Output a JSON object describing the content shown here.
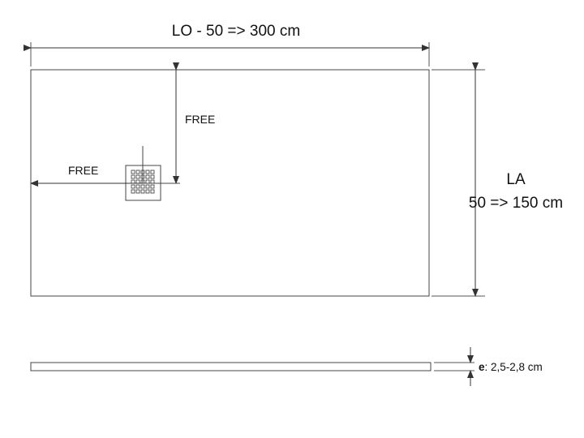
{
  "labels": {
    "length": "LO -  50 => 300 cm",
    "width_title": "LA",
    "width_range": "50 => 150 cm",
    "free_vertical": "FREE",
    "free_horizontal": "FREE",
    "thickness_key": "e",
    "thickness_value": ": 2,5-2,8 cm"
  },
  "colors": {
    "line": "#333333",
    "text": "#111111",
    "background": "#ffffff"
  }
}
